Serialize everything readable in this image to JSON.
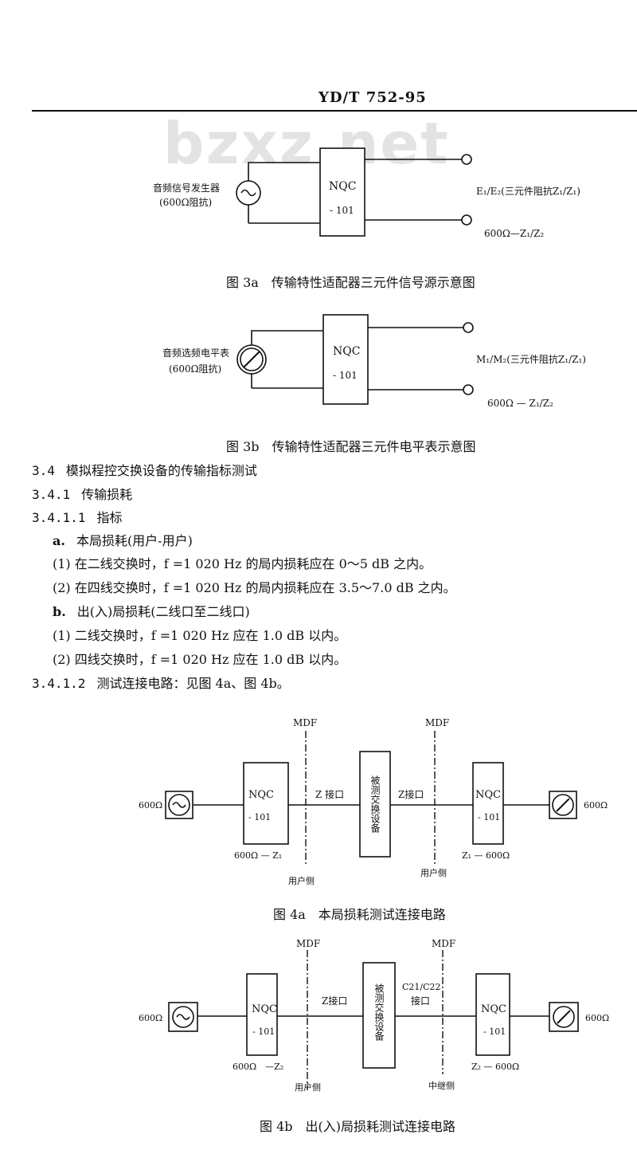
{
  "header": {
    "standard": "YD/T 752-95"
  },
  "watermark": "bzxz.net",
  "fig3a": {
    "source_label": "音频信号发生器",
    "source_impedance": "(600Ω阻抗)",
    "box_line1": "NQC",
    "box_line2": "- 101",
    "out_top": "E₁/E₂(三元件阻抗Z₁/Z₁)",
    "out_bottom": "600Ω—Z₁/Z₂",
    "caption": "图 3a　传输特性适配器三元件信号源示意图"
  },
  "fig3b": {
    "meter_label": "音频选频电平表",
    "meter_impedance": "(600Ω阻抗)",
    "box_line1": "NQC",
    "box_line2": "- 101",
    "out_top": "M₁/M₂(三元件阻抗Z₁/Z₁)",
    "out_bottom": "600Ω — Z₁/Z₂",
    "caption": "图 3b　传输特性适配器三元件电平表示意图"
  },
  "text": {
    "s34_num": "3.4",
    "s34_title": "模拟程控交换设备的传输指标测试",
    "s341_num": "3.4.1",
    "s341_title": "传输损耗",
    "s3411_num": "3.4.1.1",
    "s3411_title": "指标",
    "a_label": "a.",
    "a_text": "本局损耗(用户-用户)",
    "a1": "(1) 在二线交换时，f =1 020 Hz 的局内损耗应在 0～5 dB 之内。",
    "a2": "(2) 在四线交换时，f =1 020 Hz 的局内损耗应在 3.5～7.0 dB 之内。",
    "b_label": "b.",
    "b_text": "出(入)局损耗(二线口至二线口)",
    "b1": "(1) 二线交换时，f =1 020 Hz 应在 1.0 dB 以内。",
    "b2": "(2) 四线交换时，f =1 020 Hz 应在 1.0 dB 以内。",
    "s3412_num": "3.4.1.2",
    "s3412_title": "测试连接电路：见图 4a、图 4b。"
  },
  "fig4a": {
    "left_imp": "600Ω",
    "right_imp": "600Ω",
    "mdf_left": "MDF",
    "mdf_right": "MDF",
    "nqc_left_1": "NQC",
    "nqc_left_2": "- 101",
    "nqc_right_1": "NQC",
    "nqc_right_2": "- 101",
    "iface_left": "Z 接口",
    "iface_right": "Z接口",
    "dut": "被测交换设备",
    "under_left": "600Ω — Z₁",
    "under_right": "Z₁ — 600Ω",
    "side_left": "用户侧",
    "side_right": "用户侧",
    "caption": "图 4a　本局损耗测试连接电路"
  },
  "fig4b": {
    "left_imp": "600Ω",
    "right_imp": "600Ω",
    "mdf_left": "MDF",
    "mdf_right": "MDF",
    "nqc_left_1": "NQC",
    "nqc_left_2": "- 101",
    "nqc_right_1": "NQC",
    "nqc_right_2": "- 101",
    "iface_left": "Z接口",
    "iface_right_1": "C21/C22",
    "iface_right_2": "接口",
    "dut": "被测交换设备",
    "under_left": "600Ω　—Z₂",
    "under_right": "Z₂ — 600Ω",
    "side_left": "用户侧",
    "side_right": "中继侧",
    "caption": "图 4b　出(入)局损耗测试连接电路"
  }
}
